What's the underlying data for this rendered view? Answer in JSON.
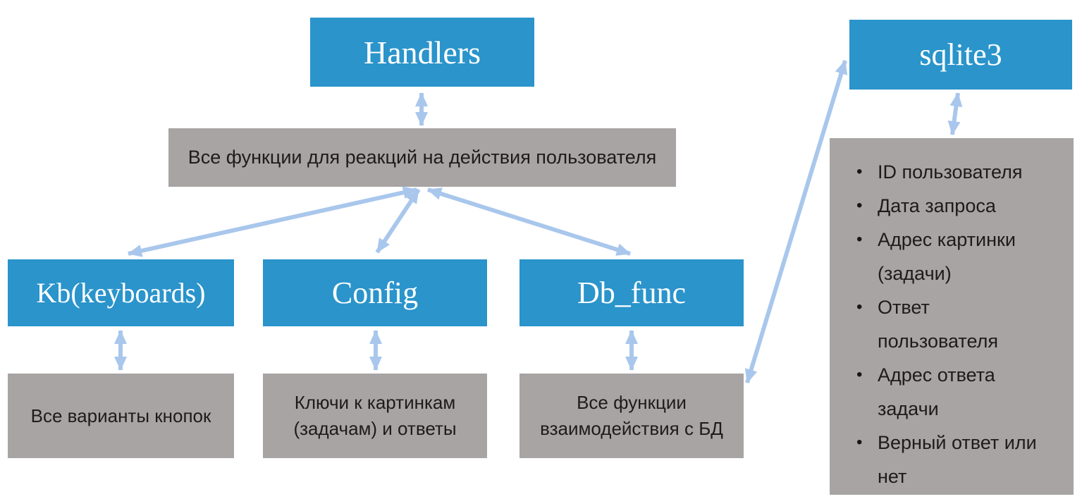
{
  "colors": {
    "module_fill": "#2a94cb",
    "module_text": "#ffffff",
    "panel_fill": "#a8a4a3",
    "panel_text": "#1d1c1b",
    "arrow": "#a9c7ec"
  },
  "nodes": {
    "handlers": {
      "label": "Handlers",
      "description": "Все функции для реакций на действия  пользователя"
    },
    "kb": {
      "label": "Kb(keyboards)",
      "description": "Все варианты кнопок"
    },
    "config": {
      "label": "Config",
      "description": "Ключи к картинкам (задачам) и ответы"
    },
    "db_func": {
      "label": "Db_func",
      "description": "Все функции взаимодействия с БД"
    },
    "sqlite3": {
      "label": "sqlite3",
      "bullet_glyph": "•",
      "fields": [
        "ID пользователя",
        "Дата запроса",
        "Адрес картинки (задачи)",
        "Ответ пользователя",
        "Адрес ответа задачи",
        "Верный ответ или нет"
      ]
    }
  }
}
